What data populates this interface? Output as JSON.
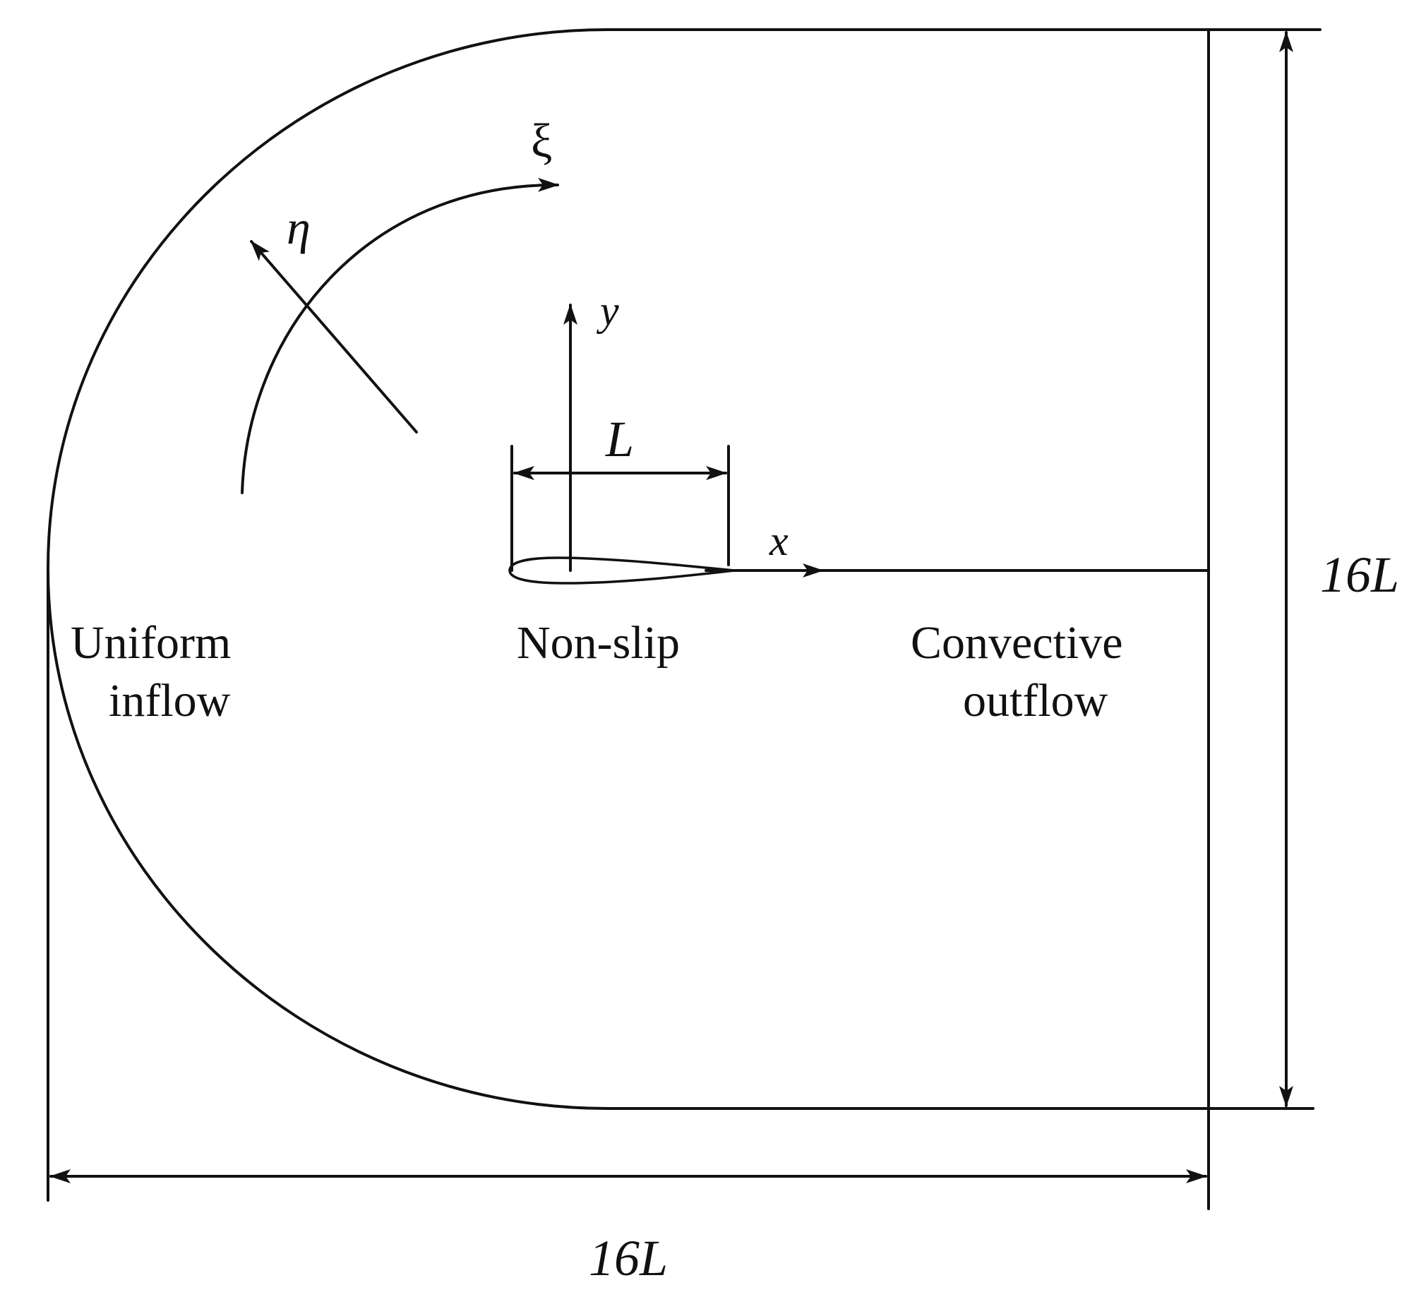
{
  "labels": {
    "xi": "ξ",
    "eta": "η",
    "y": "y",
    "x": "x",
    "chord": "L",
    "width_dim": "16L",
    "height_dim": "16L"
  },
  "boundaries": {
    "inflow_line1": "Uniform",
    "inflow_line2": "inflow",
    "wall": "Non-slip",
    "outflow_line1": "Convective",
    "outflow_line2": "outflow"
  },
  "colors": {
    "stroke": "#111111",
    "background": "#ffffff"
  }
}
